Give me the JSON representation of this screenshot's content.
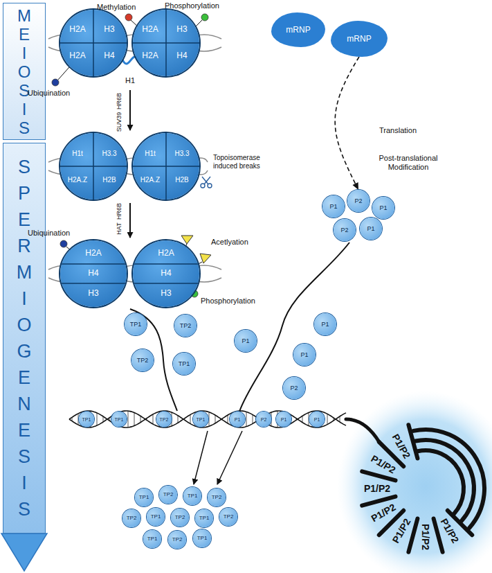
{
  "diagram": {
    "nodes": [
      {
        "text": [
          "MEIOSIS"
        ]
      },
      {
        "text": [
          "SPERMIOGENESIS"
        ]
      },
      {
        "text": [
          "H2A",
          "H3",
          "H2A",
          "H4"
        ]
      },
      {
        "text": [
          "H2A",
          "H3",
          "H2A",
          "H4"
        ]
      },
      {
        "text": [
          "mRNP"
        ]
      },
      {
        "text": [
          "mRNP"
        ]
      },
      {
        "text": [
          "H1t",
          "H3.3",
          "H2A.Z",
          "H2B"
        ]
      },
      {
        "text": [
          "H1t",
          "H3.3",
          "H2A.Z",
          "H2B"
        ]
      },
      {
        "text": [
          "H2A",
          "H4",
          "H3"
        ]
      },
      {
        "text": [
          "H2A",
          "H4",
          "H3"
        ]
      },
      {
        "text": [
          "P1"
        ]
      },
      {
        "text": [
          "P2"
        ]
      },
      {
        "text": [
          "P1"
        ]
      },
      {
        "text": [
          "P2"
        ]
      },
      {
        "text": [
          "P1"
        ]
      },
      {
        "text": [
          "TP1"
        ]
      },
      {
        "text": [
          "TP2"
        ]
      },
      {
        "text": [
          "TP2"
        ]
      },
      {
        "text": [
          "TP1"
        ]
      },
      {
        "text": [
          "P1"
        ]
      },
      {
        "text": [
          "P1"
        ]
      },
      {
        "text": [
          "P1"
        ]
      },
      {
        "text": [
          "P2"
        ]
      },
      {
        "text": [
          "TP1"
        ]
      },
      {
        "text": [
          "TP1"
        ]
      },
      {
        "text": [
          "TP2"
        ]
      },
      {
        "text": [
          "TP1"
        ]
      },
      {
        "text": [
          "P1"
        ]
      },
      {
        "text": [
          "P2"
        ]
      },
      {
        "text": [
          "P1"
        ]
      },
      {
        "text": [
          "P1"
        ]
      },
      {
        "text": [
          "TP1"
        ]
      },
      {
        "text": [
          "TP2"
        ]
      },
      {
        "text": [
          "TP1"
        ]
      },
      {
        "text": [
          "TP2"
        ]
      },
      {
        "text": [
          "TP2"
        ]
      },
      {
        "text": [
          "TP1"
        ]
      },
      {
        "text": [
          "TP2"
        ]
      },
      {
        "text": [
          "TP1"
        ]
      },
      {
        "text": [
          "TP2"
        ]
      },
      {
        "text": [
          "TP1"
        ]
      },
      {
        "text": [
          "TP2"
        ]
      },
      {
        "text": [
          "TP1"
        ]
      }
    ],
    "edges": [
      {
        "from": 5,
        "to": 11,
        "arrow": "to"
      }
    ],
    "labels": [
      "Methylation",
      "Phosphorylation",
      "Ubiquination",
      "H1",
      "HR6B",
      "SUV39",
      "Topoisomerase induced breaks",
      "Translation",
      "Post-translational Modification",
      "HR6B",
      "HAT",
      "Ubiquination",
      "Acetlyation",
      "Phosphorylation",
      "P1/P2",
      "P1/P2",
      "P1/P2",
      "P1/P2",
      "P1/P2",
      "P1/P2",
      "P1/P2"
    ]
  }
}
